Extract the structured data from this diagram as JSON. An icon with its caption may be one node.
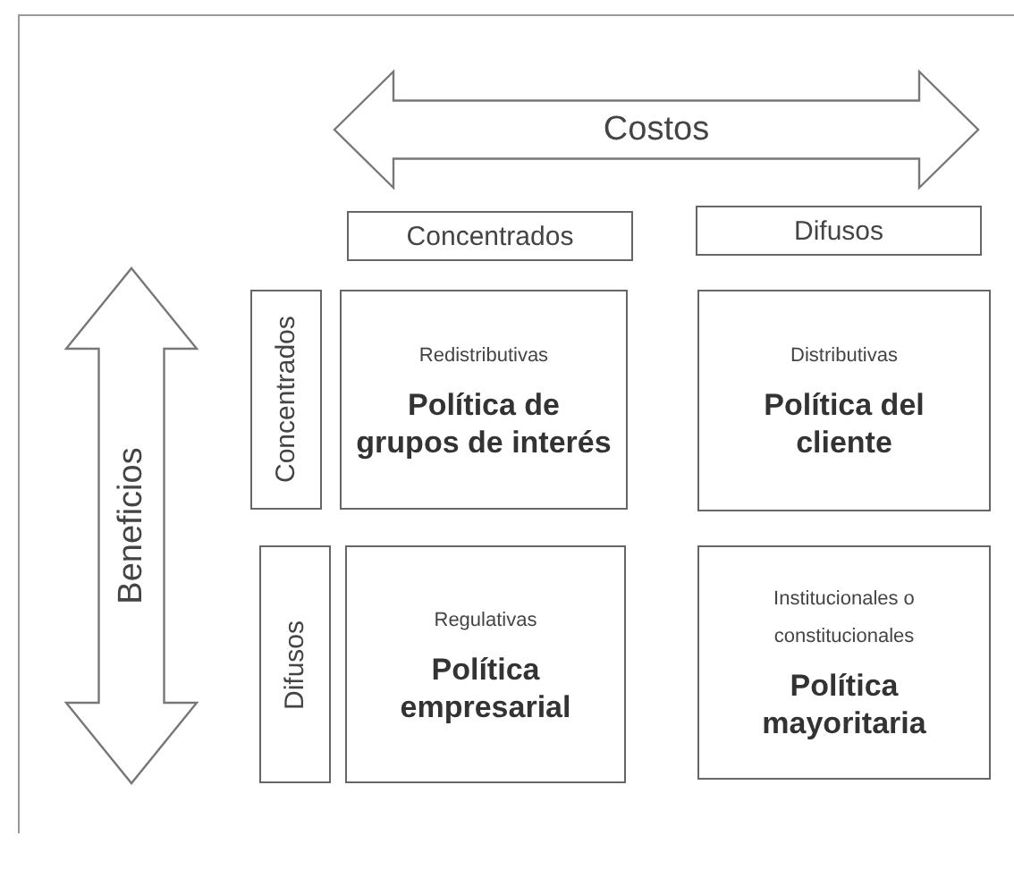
{
  "diagram": {
    "nodes": [
      {
        "text": [
          "Costos"
        ]
      },
      {
        "text": [
          "Concentrados"
        ]
      },
      {
        "text": [
          "Difusos"
        ]
      },
      {
        "text": [
          "Beneficios"
        ]
      },
      {
        "text": [
          "Concentrados"
        ]
      },
      {
        "text": [
          "Redistributivas",
          "Política de grupos de interés"
        ]
      },
      {
        "text": [
          "Distributivas",
          "Política del cliente"
        ]
      },
      {
        "text": [
          "Difusos"
        ]
      },
      {
        "text": [
          "Regulativas",
          "Política empresarial"
        ]
      },
      {
        "text": [
          "Institucionales o constitucionales",
          "Política mayoritaria"
        ]
      }
    ]
  }
}
